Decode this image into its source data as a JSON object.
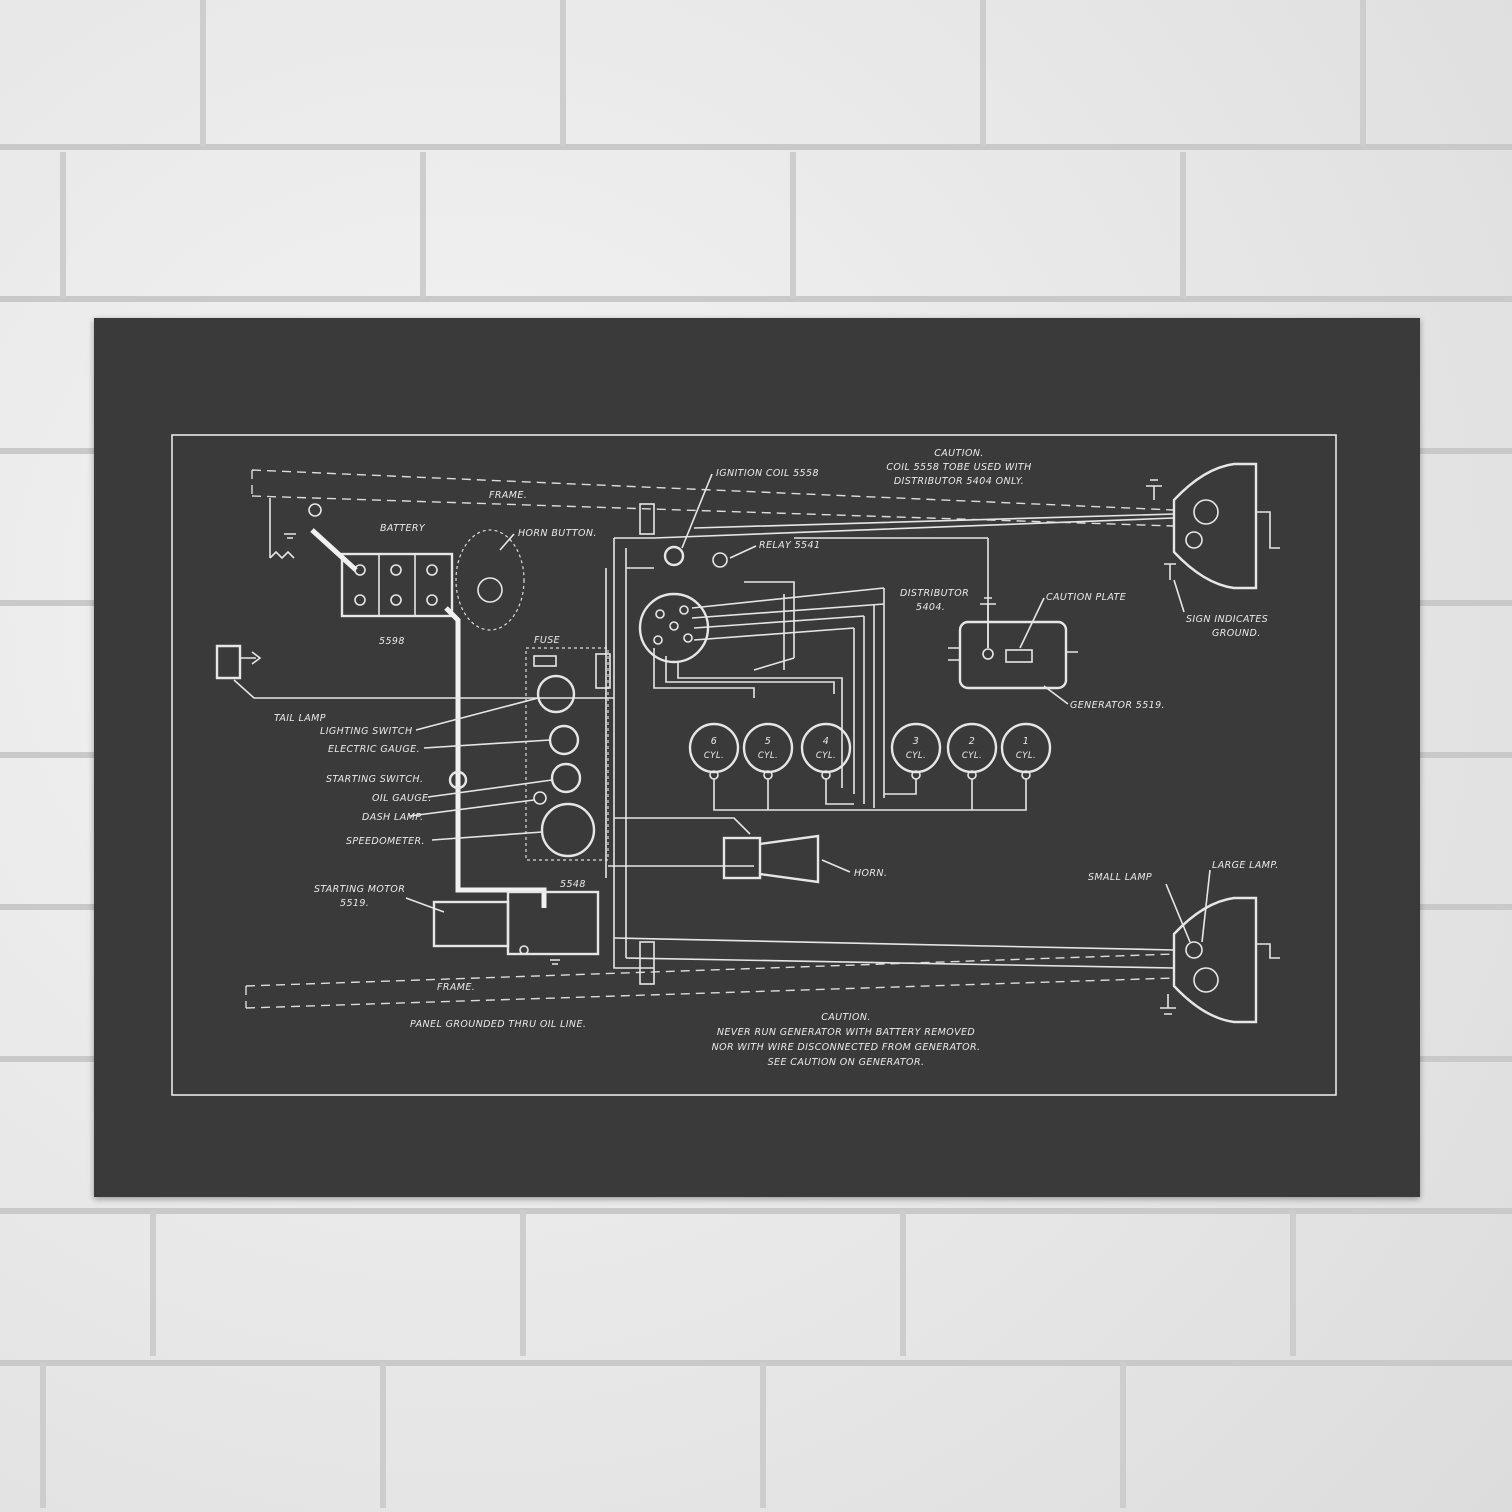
{
  "diagram": {
    "caption_top": {
      "heading": "CAUTION.",
      "line1": "COIL 5558 TOBE USED WITH",
      "line2": "DISTRIBUTOR 5404 ONLY."
    },
    "caption_bottom": {
      "heading": "CAUTION.",
      "line1": "NEVER RUN GENERATOR WITH BATTERY REMOVED",
      "line2": "NOR WITH WIRE DISCONNECTED FROM GENERATOR.",
      "line3": "SEE CAUTION ON GENERATOR."
    },
    "note_panel": "PANEL GROUNDED THRU OIL LINE.",
    "labels": {
      "frame_top": "FRAME.",
      "frame_bottom": "FRAME.",
      "battery": "BATTERY",
      "battery_num": "5598",
      "horn_button": "HORN BUTTON.",
      "ignition_coil": "IGNITION COIL 5558",
      "relay": "RELAY 5541",
      "distributor": "DISTRIBUTOR",
      "distributor_num": "5404.",
      "caution_plate": "CAUTION PLATE",
      "sign_indicates": "SIGN INDICATES",
      "ground": "GROUND.",
      "fuse": "FUSE",
      "tail_lamp": "TAIL LAMP",
      "lighting_switch": "LIGHTING SWITCH",
      "electric_gauge": "ELECTRIC GAUGE.",
      "starting_switch": "STARTING SWITCH.",
      "oil_gauge": "OIL GAUGE.",
      "dash_lamp": "DASH LAMP.",
      "speedometer": "SPEEDOMETER.",
      "generator": "GENERATOR 5519.",
      "horn": "HORN.",
      "panel_num": "5548",
      "starting_motor": "STARTING MOTOR",
      "starting_motor_num": "5519.",
      "small_lamp": "SMALL LAMP",
      "large_lamp": "LARGE LAMP."
    },
    "cylinders": [
      {
        "num": "6",
        "label": "CYL."
      },
      {
        "num": "5",
        "label": "CYL."
      },
      {
        "num": "4",
        "label": "CYL."
      },
      {
        "num": "3",
        "label": "CYL."
      },
      {
        "num": "2",
        "label": "CYL."
      },
      {
        "num": "1",
        "label": "CYL."
      }
    ]
  },
  "colors": {
    "poster": "#3a3a3a",
    "ink": "#e6e6e6",
    "wall": "#e9e9e9"
  }
}
